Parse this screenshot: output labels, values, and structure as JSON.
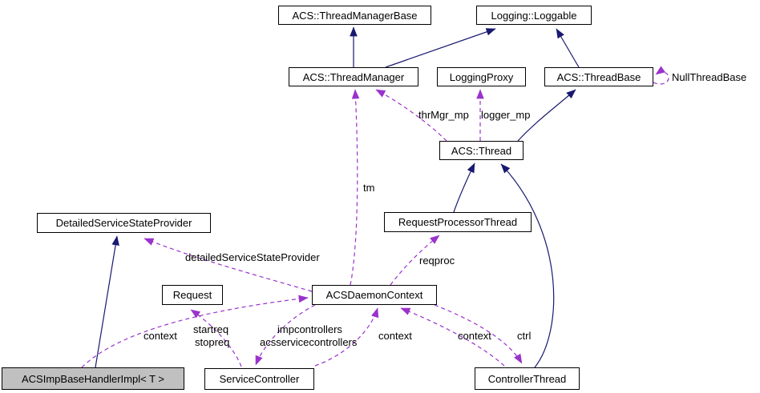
{
  "diagram_type": "collaboration-graph",
  "colors": {
    "background": "#ffffff",
    "node_background": "#ffffff",
    "node_border": "#000000",
    "focus_node_background": "#c0c0c0",
    "text": "#000000",
    "inheritance_edge": "#191970",
    "usage_edge": "#9a32cd"
  },
  "nodes": [
    {
      "id": "acs-thread-manager-base",
      "label": "ACS::ThreadManagerBase"
    },
    {
      "id": "logging-loggable",
      "label": "Logging::Loggable"
    },
    {
      "id": "acs-thread-manager",
      "label": "ACS::ThreadManager"
    },
    {
      "id": "logging-proxy",
      "label": "LoggingProxy"
    },
    {
      "id": "acs-thread-base",
      "label": "ACS::ThreadBase"
    },
    {
      "id": "acs-thread",
      "label": "ACS::Thread"
    },
    {
      "id": "detailed-service-state-provider",
      "label": "DetailedServiceStateProvider"
    },
    {
      "id": "request-processor-thread",
      "label": "RequestProcessorThread"
    },
    {
      "id": "request",
      "label": "Request"
    },
    {
      "id": "acs-daemon-context",
      "label": "ACSDaemonContext"
    },
    {
      "id": "acs-imp-base-handler-impl",
      "label": "ACSImpBaseHandlerImpl< T >"
    },
    {
      "id": "service-controller",
      "label": "ServiceController"
    },
    {
      "id": "controller-thread",
      "label": "ControllerThread"
    }
  ],
  "edge_labels": [
    {
      "id": "thrmgr-mp",
      "text": "thrMgr_mp"
    },
    {
      "id": "logger-mp",
      "text": "logger_mp"
    },
    {
      "id": "null-thread-base",
      "text": "NullThreadBase"
    },
    {
      "id": "tm",
      "text": "tm"
    },
    {
      "id": "reqproc",
      "text": "reqproc"
    },
    {
      "id": "detailed-service-state-provider",
      "text": "detailedServiceStateProvider"
    },
    {
      "id": "context-left",
      "text": "context"
    },
    {
      "id": "startreq",
      "text": "startreq"
    },
    {
      "id": "stopreq",
      "text": "stopreq"
    },
    {
      "id": "impcontrollers",
      "text": "impcontrollers"
    },
    {
      "id": "acsservicecontrollers",
      "text": "acsservicecontrollers"
    },
    {
      "id": "context-mid",
      "text": "context"
    },
    {
      "id": "context-right",
      "text": "context"
    },
    {
      "id": "ctrl",
      "text": "ctrl"
    }
  ],
  "edges": [
    {
      "from": "ACS::ThreadManager",
      "to": "ACS::ThreadManagerBase",
      "type": "inheritance"
    },
    {
      "from": "ACS::ThreadManager",
      "to": "Logging::Loggable",
      "type": "inheritance"
    },
    {
      "from": "ACS::ThreadBase",
      "to": "Logging::Loggable",
      "type": "inheritance"
    },
    {
      "from": "ACS::Thread",
      "to": "ACS::ThreadBase",
      "type": "inheritance"
    },
    {
      "from": "RequestProcessorThread",
      "to": "ACS::Thread",
      "type": "inheritance"
    },
    {
      "from": "ControllerThread",
      "to": "ACS::Thread",
      "type": "inheritance"
    },
    {
      "from": "ACSImpBaseHandlerImpl< T >",
      "to": "DetailedServiceStateProvider",
      "type": "inheritance"
    },
    {
      "from": "ACS::Thread",
      "to": "ACS::ThreadManager",
      "type": "usage",
      "label": "thrMgr_mp"
    },
    {
      "from": "ACS::Thread",
      "to": "LoggingProxy",
      "type": "usage",
      "label": "logger_mp"
    },
    {
      "from": "ACS::ThreadBase",
      "to": "ACS::ThreadBase",
      "type": "usage",
      "label": "NullThreadBase"
    },
    {
      "from": "ACSDaemonContext",
      "to": "ACS::ThreadManager",
      "type": "usage",
      "label": "tm"
    },
    {
      "from": "ACSDaemonContext",
      "to": "RequestProcessorThread",
      "type": "usage",
      "label": "reqproc"
    },
    {
      "from": "ACSDaemonContext",
      "to": "DetailedServiceStateProvider",
      "type": "usage",
      "label": "detailedServiceStateProvider"
    },
    {
      "from": "ACSImpBaseHandlerImpl< T >",
      "to": "ACSDaemonContext",
      "type": "usage",
      "label": "context"
    },
    {
      "from": "ServiceController",
      "to": "Request",
      "type": "usage",
      "label": "startreq stopreq"
    },
    {
      "from": "ACSDaemonContext",
      "to": "ServiceController",
      "type": "usage",
      "label": "impcontrollers acsservicecontrollers"
    },
    {
      "from": "ServiceController",
      "to": "ACSDaemonContext",
      "type": "usage",
      "label": "context"
    },
    {
      "from": "ControllerThread",
      "to": "ACSDaemonContext",
      "type": "usage",
      "label": "context"
    },
    {
      "from": "ACSDaemonContext",
      "to": "ControllerThread",
      "type": "usage",
      "label": "ctrl"
    }
  ]
}
